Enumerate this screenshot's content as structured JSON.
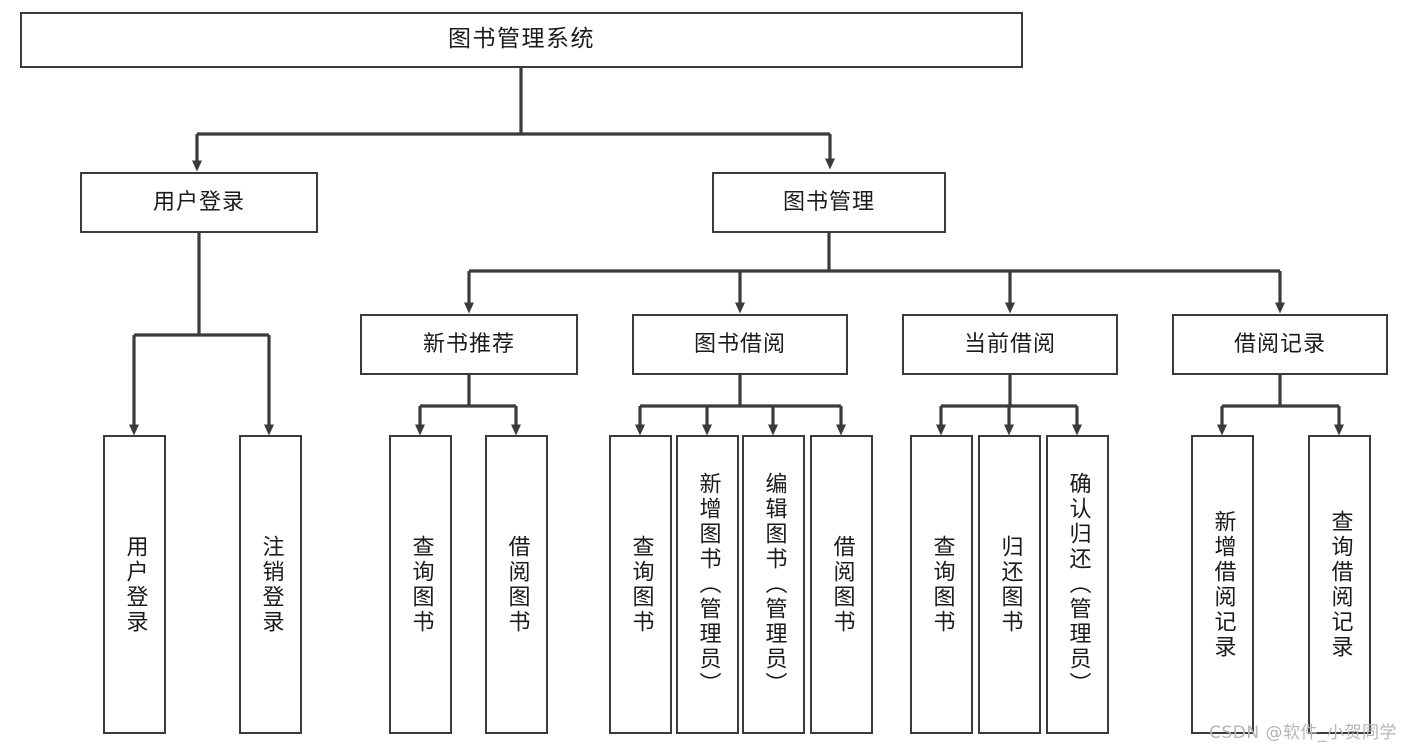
{
  "diagram": {
    "type": "tree",
    "title": "图书管理系统",
    "orientation": "top-down",
    "colors": {
      "box_border": "#3b3b3b",
      "box_fill": "#ffffff",
      "connector": "#3b3b3b",
      "text": "#1b1b1b",
      "watermark": "#b6b6b6",
      "background": "#ffffff"
    },
    "nodes": {
      "root": {
        "label": "图书管理系统"
      },
      "level1": [
        {
          "id": "user-login",
          "label": "用户登录"
        },
        {
          "id": "book-management",
          "label": "图书管理"
        }
      ],
      "level2": [
        {
          "id": "new-book-recommend",
          "label": "新书推荐"
        },
        {
          "id": "book-borrow",
          "label": "图书借阅"
        },
        {
          "id": "current-borrow",
          "label": "当前借阅"
        },
        {
          "id": "borrow-record",
          "label": "借阅记录"
        }
      ],
      "leaves": {
        "user_login": [
          {
            "id": "leaf-user-login",
            "label": "用户登录"
          },
          {
            "id": "leaf-logout-login",
            "label": "注销登录"
          }
        ],
        "new_book_recommend": [
          {
            "id": "leaf-query-book-1",
            "label": "查询图书"
          },
          {
            "id": "leaf-borrow-book-1",
            "label": "借阅图书"
          }
        ],
        "book_borrow": [
          {
            "id": "leaf-query-book-2",
            "label": "查询图书"
          },
          {
            "id": "leaf-add-book",
            "label": "新增图书（管理员）"
          },
          {
            "id": "leaf-edit-book",
            "label": "编辑图书（管理员）"
          },
          {
            "id": "leaf-borrow-book-2",
            "label": "借阅图书"
          }
        ],
        "current_borrow": [
          {
            "id": "leaf-query-book-3",
            "label": "查询图书"
          },
          {
            "id": "leaf-return-book",
            "label": "归还图书"
          },
          {
            "id": "leaf-confirm-return",
            "label": "确认归还（管理员）"
          }
        ],
        "borrow_record": [
          {
            "id": "leaf-add-record",
            "label": "新增借阅记录"
          },
          {
            "id": "leaf-query-record",
            "label": "查询借阅记录"
          }
        ]
      }
    }
  },
  "watermark": {
    "text": "CSDN @软件_小贺同学"
  }
}
